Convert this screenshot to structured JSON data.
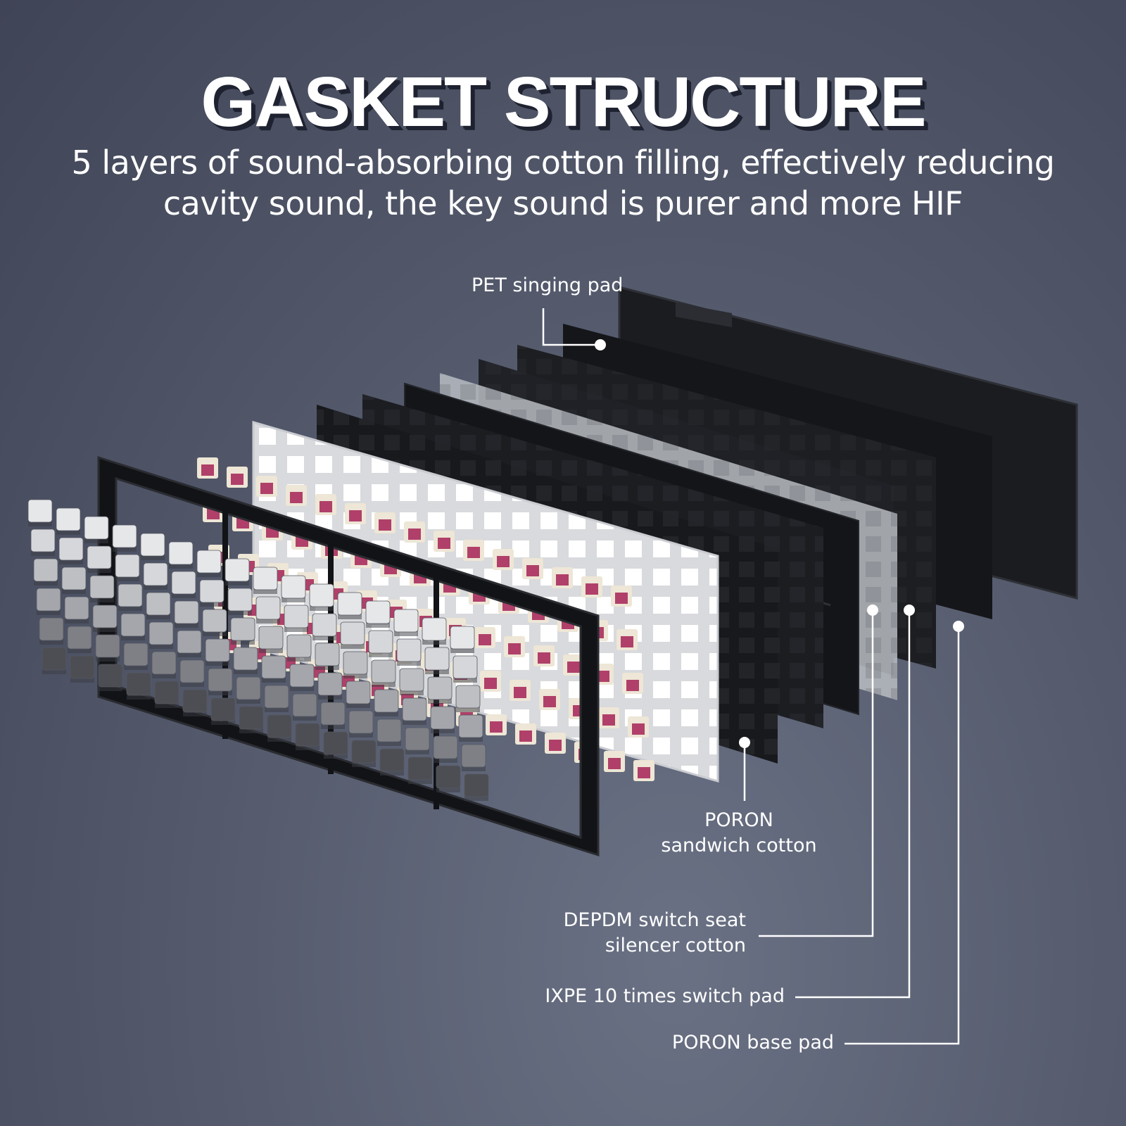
{
  "title": "GASKET STRUCTURE",
  "subtitle": {
    "line1": "5 layers of sound-absorbing cotton filling, effectively reducing",
    "line2": "cavity sound, the key sound is purer and more HIF"
  },
  "labels": {
    "pet": "PET singing pad",
    "poron_sandwich_line1": "PORON",
    "poron_sandwich_line2": "sandwich cotton",
    "depdm_line1": "DEPDM switch seat",
    "depdm_line2": "silencer cotton",
    "ixpe": "IXPE 10 times switch pad",
    "poron_base": "PORON base pad"
  },
  "colors": {
    "background": "#565c6e",
    "text": "#ffffff",
    "switch_accent": "#b0406a",
    "switch_body": "#eee6d6"
  }
}
